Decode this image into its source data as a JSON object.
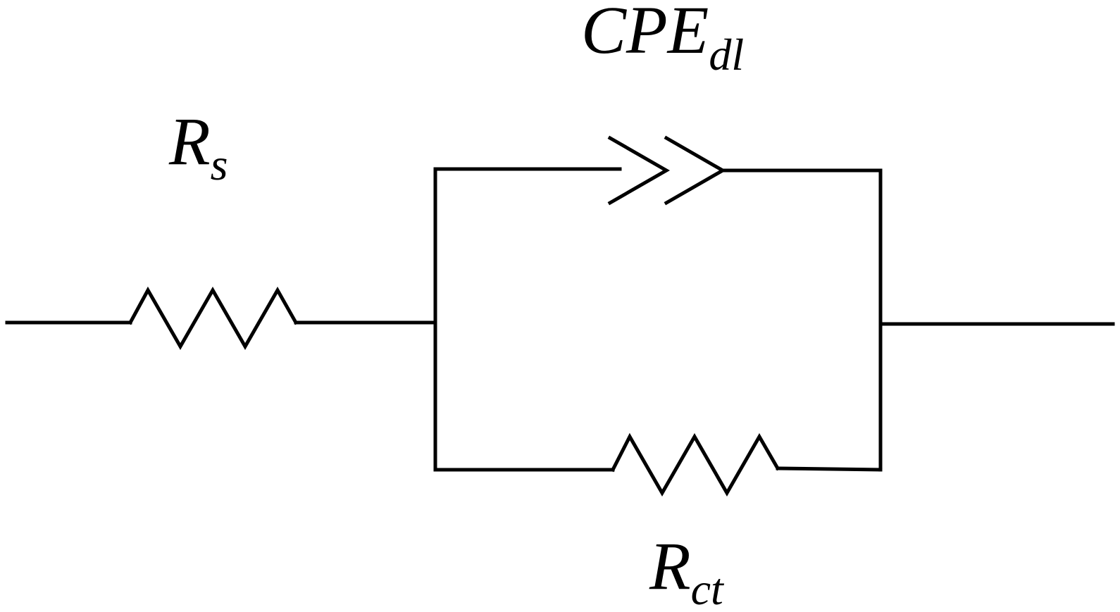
{
  "diagram": {
    "labels": {
      "rs_main": "R",
      "rs_sub": "s",
      "cpe_main": "CPE",
      "cpe_sub": "dl",
      "rct_main": "R",
      "rct_sub": "ct"
    },
    "colors": {
      "line": "#000000",
      "background": "#ffffff"
    }
  }
}
